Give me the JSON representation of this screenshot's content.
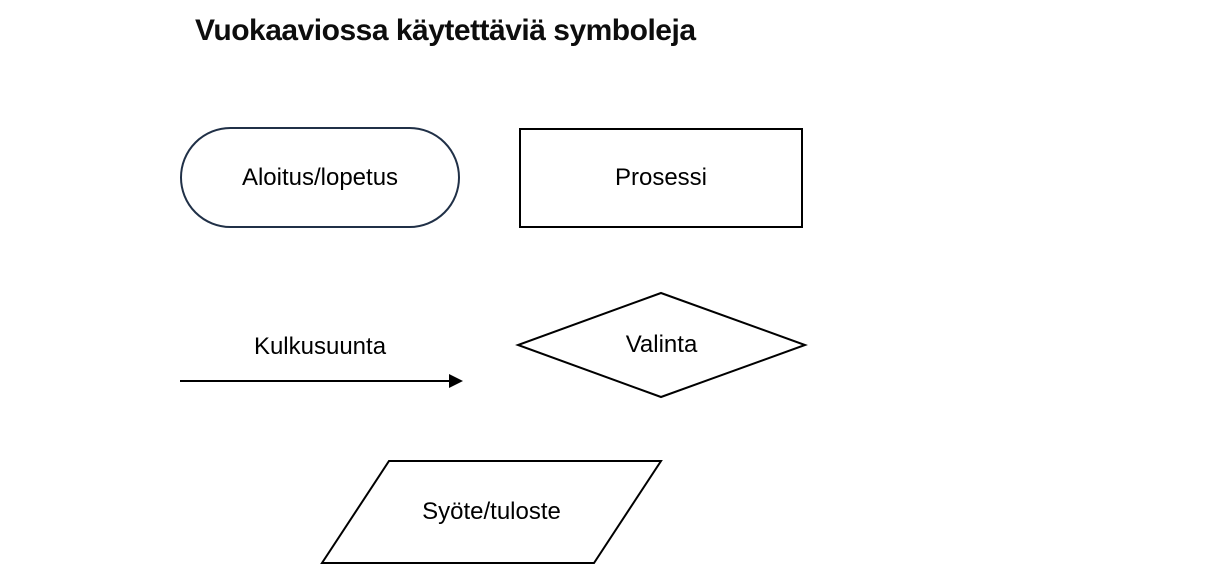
{
  "title": "Vuokaaviossa käytettäviä symboleja",
  "colors": {
    "background": "#ffffff",
    "default_outline": "#000000",
    "start_end_outline": "#203047",
    "arrow": "#000000",
    "text": "#000000"
  },
  "shapes": {
    "start_end": {
      "type": "stadium",
      "label": "Aloitus/lopetus"
    },
    "process": {
      "type": "rectangle",
      "label": "Prosessi"
    },
    "flow_direction": {
      "type": "arrow",
      "label": "Kulkusuunta"
    },
    "decision": {
      "type": "diamond",
      "label": "Valinta"
    },
    "input_output": {
      "type": "parallelogram",
      "label": "Syöte/tuloste"
    }
  }
}
